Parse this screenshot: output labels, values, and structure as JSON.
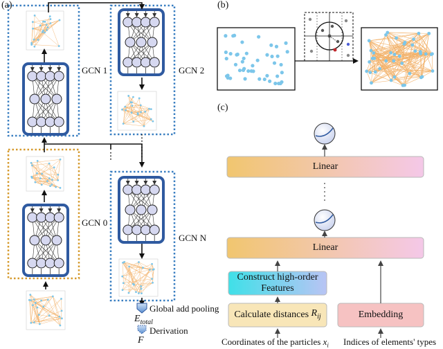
{
  "panels": {
    "a": "(a)",
    "b": "(b)",
    "c": "(c)"
  },
  "gcn_labels": {
    "gcn1": "GCN 1",
    "gcn2": "GCN 2",
    "gcn0": "GCN 0",
    "gcnN": "GCN N"
  },
  "pooling": {
    "global_add": "Global add pooling",
    "e_total": "E_total",
    "derivation": "Derivation",
    "force": "F"
  },
  "pipeline": {
    "linear_top": "Linear",
    "linear_mid": "Linear",
    "construct_line1": "Construct high-order",
    "construct_line2": "Features",
    "calc_distances": "Calculate distances R_ij",
    "embedding": "Embedding",
    "input_coords": "Coordinates of the particles x_i",
    "input_indices": "Indices of elements' types"
  },
  "colors": {
    "gcn_blue": "#2f5aa0",
    "dotted_blue": "#3a7fc1",
    "dotted_orange": "#d69a2d",
    "node_fill": "#d6d8f0",
    "particle": "#7cc6ea",
    "edge": "#f2b26b",
    "linear_gradient_start": "#f1c66f",
    "linear_gradient_end": "#f4c8e8",
    "construct_start": "#3fe0e8",
    "construct_end": "#b9c4f4",
    "calc_fill": "#f8e6b8",
    "embed_fill": "#f6c2c2"
  }
}
